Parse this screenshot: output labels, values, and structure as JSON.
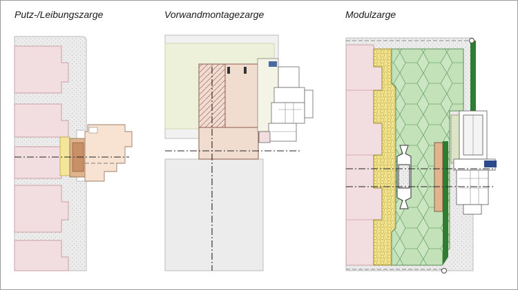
{
  "panels": [
    {
      "title": "Putz-/Leibungszarge"
    },
    {
      "title": "Vorwandmontagezarge"
    },
    {
      "title": "Modulzarge"
    }
  ],
  "colors": {
    "masonry": "#f2dde0",
    "masonry_edge": "#c9a0a6",
    "plaster": "#e9e9e9",
    "frame_wood": "#f2d9c8",
    "insulation_green": "#cfe8c8",
    "hex_green": "#b9dcb0",
    "dark_green": "#2e7d32",
    "foam_yellow": "#f3e69a",
    "light_beige": "#ecefd6",
    "gray_fill": "#e8e8e8",
    "copper": "#e2b48e"
  }
}
